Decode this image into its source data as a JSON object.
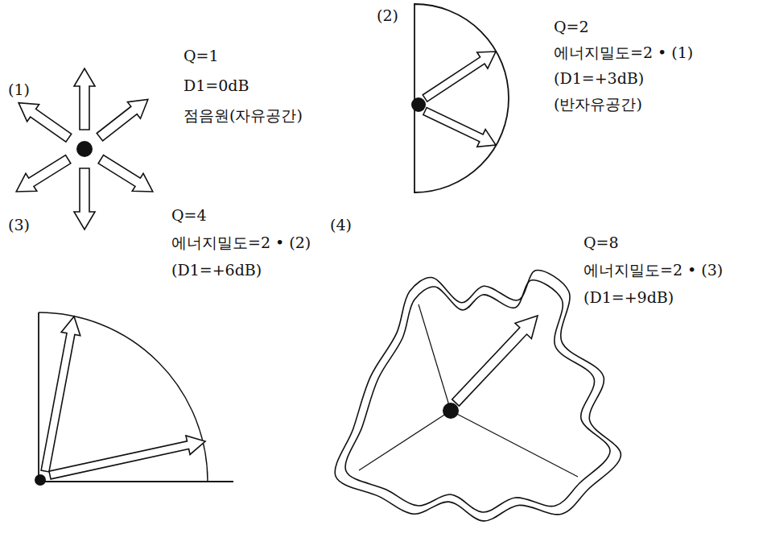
{
  "diagram": {
    "labels": [
      "(1)",
      "Q=1",
      "D1=0dB",
      "점음원(자유공간)",
      "(2)",
      "Q=2",
      "에너지밀도=2 • (1)",
      "(D1=+3dB)",
      "(반자유공간)",
      "(3)",
      "Q=4",
      "에너지밀도=2 • (2)",
      "(D1=+6dB)",
      "(4)",
      "Q=8",
      "에너지밀도=2 • (3)",
      "(D1=+9dB)"
    ]
  }
}
